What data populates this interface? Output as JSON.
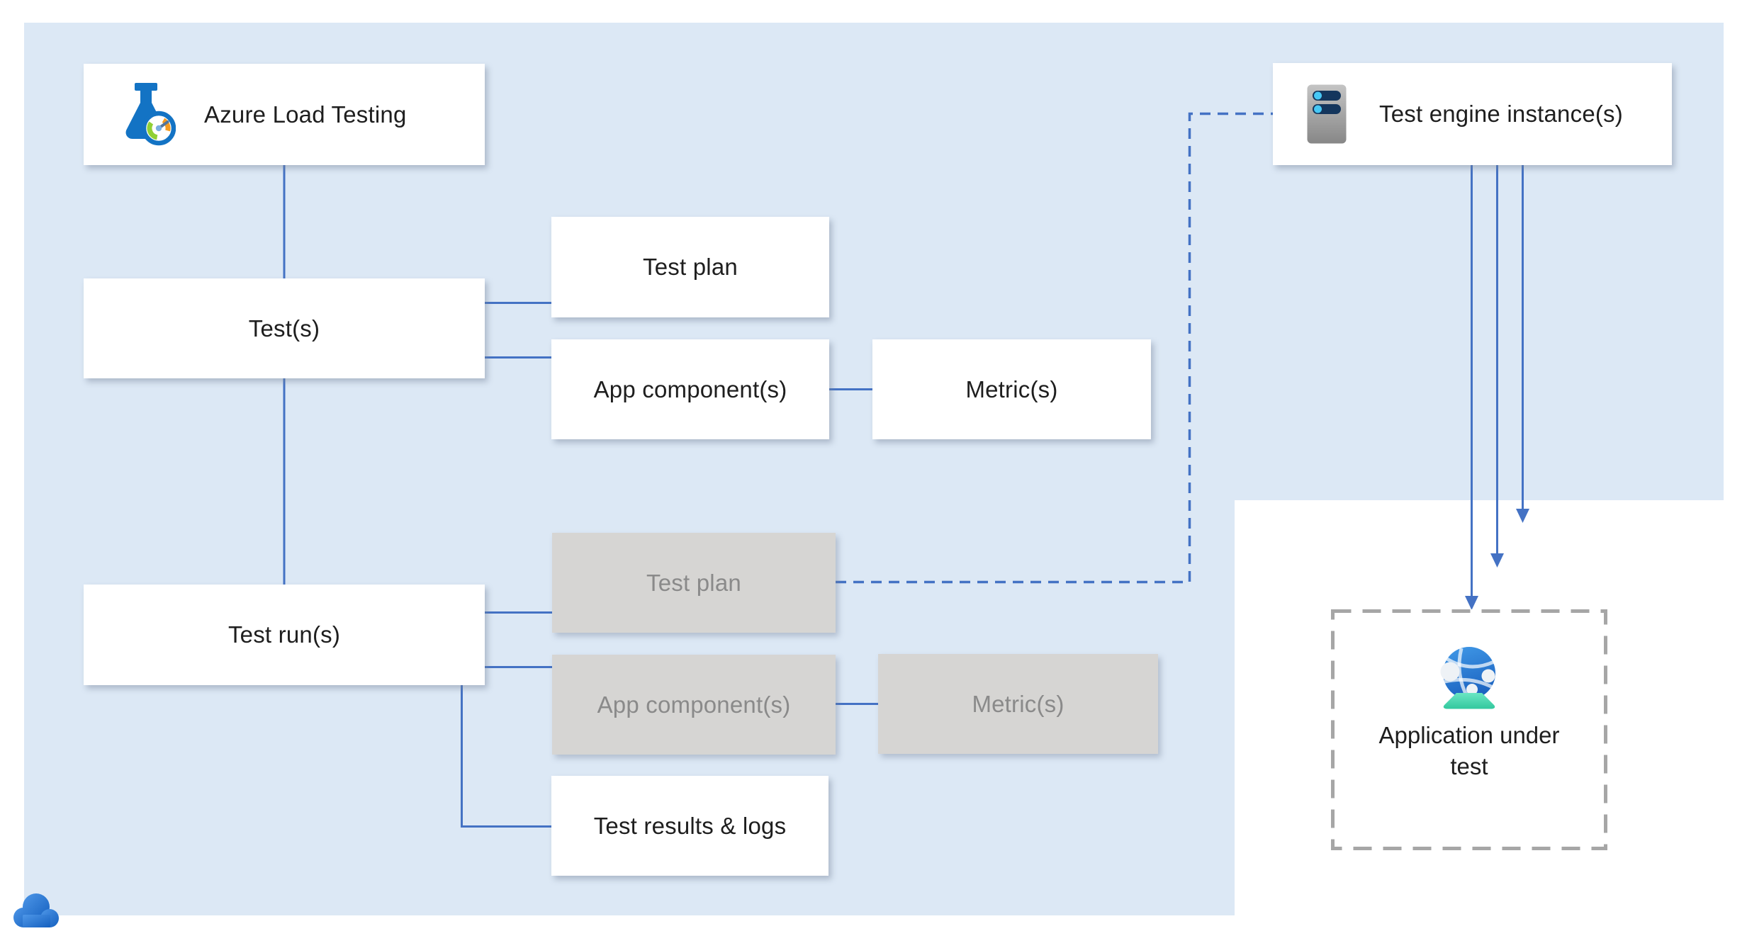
{
  "diagram": {
    "title_hint": "Azure Load Testing architecture diagram",
    "nodes": {
      "azure_load_testing": {
        "label": "Azure Load Testing",
        "icon": "load-testing-flask-icon"
      },
      "tests": {
        "label": "Test(s)"
      },
      "test_plan": {
        "label": "Test plan"
      },
      "app_components": {
        "label": "App component(s)"
      },
      "metrics": {
        "label": "Metric(s)"
      },
      "test_runs": {
        "label": "Test run(s)"
      },
      "run_test_plan": {
        "label": "Test plan"
      },
      "run_app_components": {
        "label": "App component(s)"
      },
      "run_metrics": {
        "label": "Metric(s)"
      },
      "test_results": {
        "label": "Test results & logs"
      },
      "test_engine": {
        "label": "Test engine instance(s)",
        "icon": "server-icon"
      },
      "application_under_test": {
        "label": "Application under test",
        "icon": "app-service-globe-icon"
      }
    },
    "decorations": {
      "cloud_icon": "azure-cloud-icon"
    },
    "colors": {
      "region_background": "#dce8f5",
      "page_background": "#ffffff",
      "connector_blue": "#4472c4",
      "gray_node_fill": "#d6d5d3",
      "gray_node_text": "#8a8a8a",
      "node_text": "#1e1e1e",
      "dashed_box_border": "#a6a6a6"
    }
  }
}
